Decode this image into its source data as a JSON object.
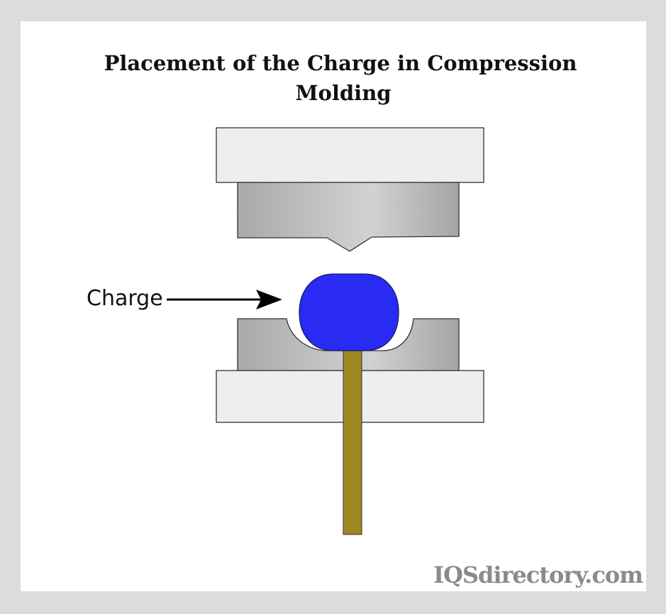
{
  "title_lines": [
    "Placement of the Charge in Compression",
    "Molding"
  ],
  "labels": {
    "charge": "Charge"
  },
  "watermark": "IQSdirectory.com",
  "colors": {
    "frame": "#dcdcdc",
    "platen": "#eeeeee",
    "mold_light": "#d0d0d0",
    "mold_dark": "#a8a8a8",
    "charge": "#2a2af5",
    "ejector_rod": "#9e8620",
    "outline": "#333333"
  }
}
